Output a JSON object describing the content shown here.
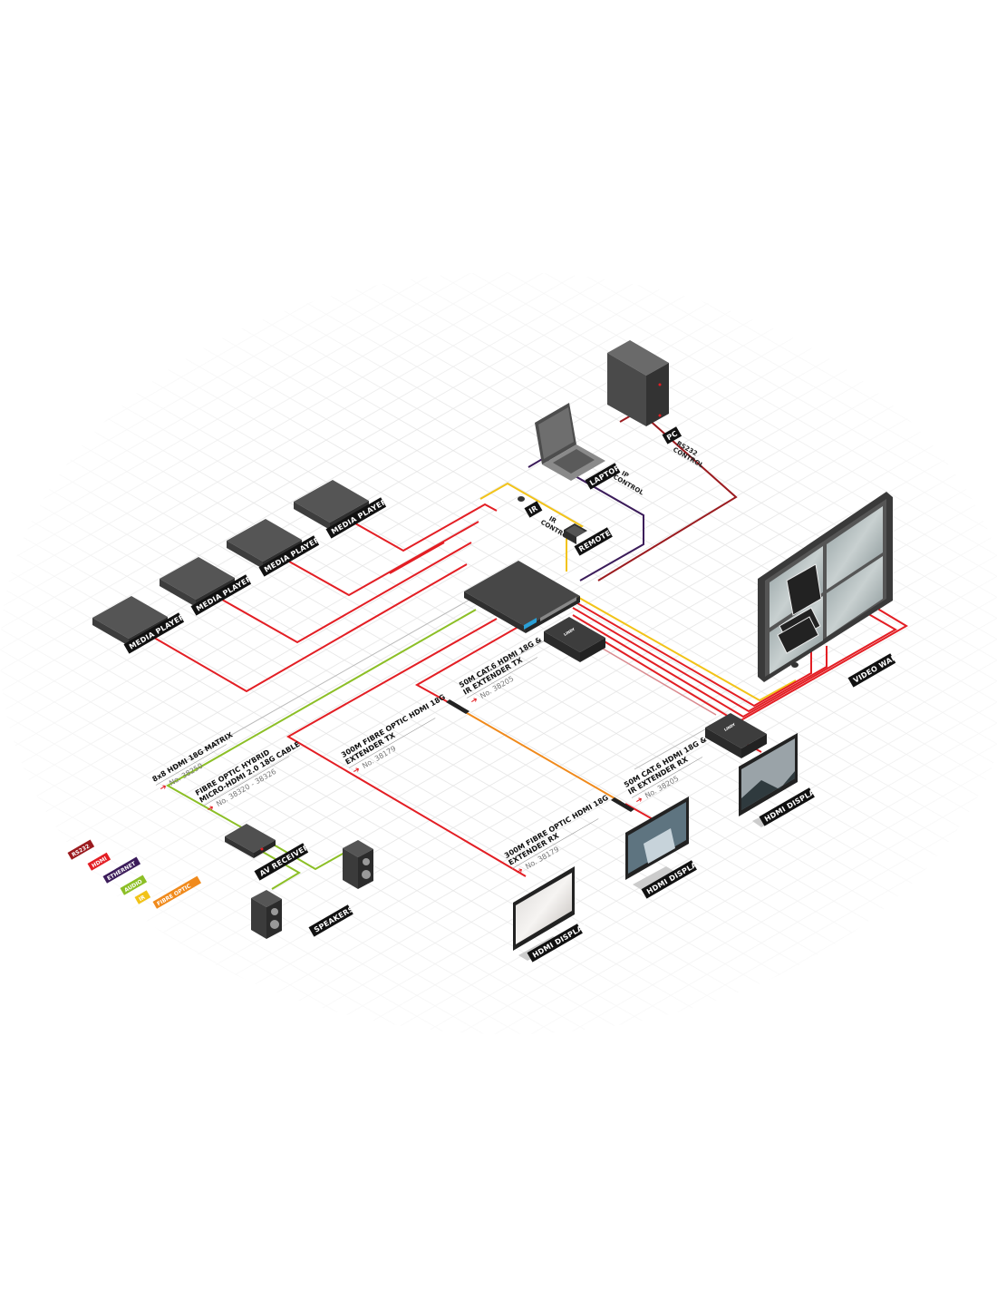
{
  "legend": [
    {
      "label": "RS232",
      "color": "#9b1b1f"
    },
    {
      "label": "HDMI",
      "color": "#e31e24"
    },
    {
      "label": "ETHERNET",
      "color": "#3b1c5a"
    },
    {
      "label": "AUDIO",
      "color": "#8cbf26"
    },
    {
      "label": "IR",
      "color": "#f2c318"
    },
    {
      "label": "FIBRE OPTIC",
      "color": "#f08a1c"
    }
  ],
  "devices": {
    "media_player": "MEDIA PLAYER",
    "laptop": "LAPTOP",
    "laptop_note": [
      "IP",
      "CONTROL"
    ],
    "pc": "PC",
    "pc_note": [
      "RS232",
      "CONTROL"
    ],
    "ir": "IR",
    "ir_note": [
      "IR",
      "CONTROL"
    ],
    "remote": "REMOTE",
    "video_wall": "VIDEO WALL",
    "hdmi_display": "HDMI DISPLAY",
    "av_receiver": "AV RECEIVER",
    "speakers": "SPEAKERS"
  },
  "products": [
    {
      "name": [
        "8x8 HDMI 18G MATRIX"
      ],
      "part": "No. 38250"
    },
    {
      "name": [
        "FIBRE OPTIC HYBRID",
        "MICRO-HDMI 2.0 18G CABLE"
      ],
      "part": "No. 38320 - 38326"
    },
    {
      "name": [
        "300M FIBRE OPTIC HDMI 18G",
        "EXTENDER TX"
      ],
      "part": "No. 38179"
    },
    {
      "name": [
        "50M CAT.6 HDMI 18G &",
        "IR EXTENDER TX"
      ],
      "part": "No. 38205"
    },
    {
      "name": [
        "300M FIBRE OPTIC HDMI 18G",
        "EXTENDER RX"
      ],
      "part": "No. 38179"
    },
    {
      "name": [
        "50M CAT.6 HDMI 18G &",
        "IR EXTENDER RX"
      ],
      "part": "No. 38205"
    }
  ],
  "brand": "LINDY"
}
